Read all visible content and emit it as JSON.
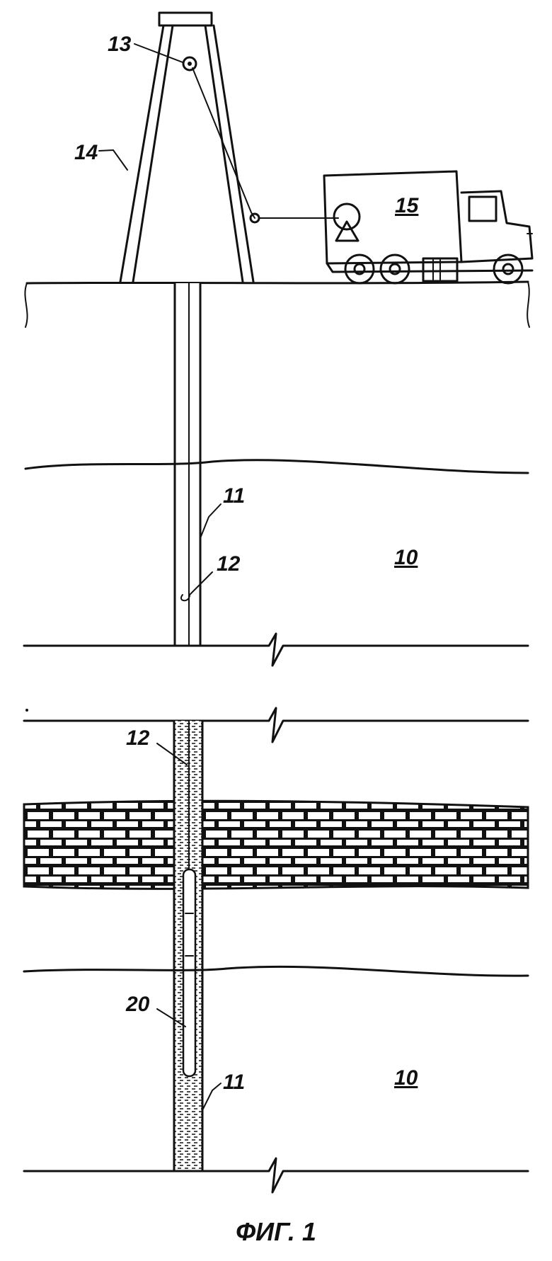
{
  "labels": {
    "ref_13": "13",
    "ref_14": "14",
    "ref_15": "15",
    "ref_11_top": "11",
    "ref_12_top": "12",
    "ref_10_top": "10",
    "ref_12_bottom": "12",
    "ref_20": "20",
    "ref_11_bottom": "11",
    "ref_10_bottom": "10"
  },
  "caption": "ФИГ. 1",
  "colors": {
    "ink": "#111111",
    "paper": "#ffffff"
  }
}
